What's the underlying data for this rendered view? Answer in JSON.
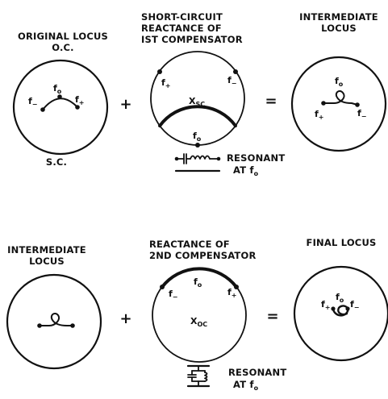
{
  "row1": {
    "p1": {
      "title1": "ORIGINAL LOCUS",
      "title2": "O.C.",
      "bottom": "S.C.",
      "f_minus": "f",
      "f_minus_sub": "−",
      "f0": "f",
      "f0_sub": "o",
      "f_plus": "f",
      "f_plus_sub": "+"
    },
    "op1": "+",
    "p2": {
      "title1": "SHORT-CIRCUIT",
      "title2": "REACTANCE OF",
      "title3": "IST COMPENSATOR",
      "f_plus": "f",
      "f_plus_sub": "+",
      "f_minus": "f",
      "f_minus_sub": "−",
      "center": "X",
      "center_sub": "SC",
      "f0": "f",
      "f0_sub": "o",
      "note1": "RESONANT",
      "note2": "AT f",
      "note2_sub": "o"
    },
    "op2": "=",
    "p3": {
      "title1": "INTERMEDIATE",
      "title2": "LOCUS",
      "f0": "f",
      "f0_sub": "o",
      "f_plus": "f",
      "f_plus_sub": "+",
      "f_minus": "f",
      "f_minus_sub": "−"
    }
  },
  "row2": {
    "p1": {
      "title1": "INTERMEDIATE",
      "title2": "LOCUS"
    },
    "op1": "+",
    "p2": {
      "title1": "REACTANCE OF",
      "title2": "2ND COMPENSATOR",
      "f0": "f",
      "f0_sub": "o",
      "f_minus": "f",
      "f_minus_sub": "−",
      "f_plus": "f",
      "f_plus_sub": "+",
      "center": "X",
      "center_sub": "OC",
      "note1": "RESONANT",
      "note2": "AT f",
      "note2_sub": "o"
    },
    "op2": "=",
    "p3": {
      "title1": "FINAL LOCUS",
      "f_plus": "f",
      "f_plus_sub": "+",
      "f0": "f",
      "f0_sub": "o",
      "f_minus": "f",
      "f_minus_sub": "−"
    }
  }
}
